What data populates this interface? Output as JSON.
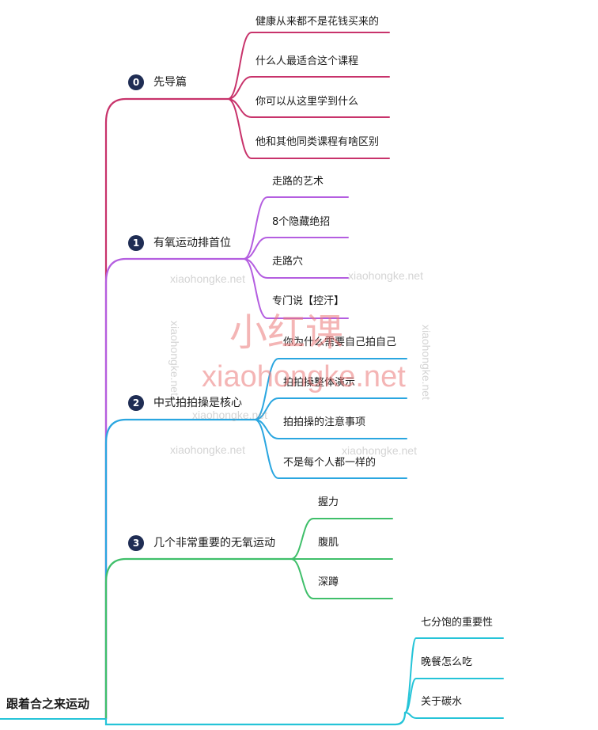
{
  "root": {
    "label": "跟着合之来运动"
  },
  "colors": {
    "pink": "#c8336b",
    "purple": "#b45ee0",
    "blue": "#2aa6e0",
    "green": "#3fbf6a",
    "cyan": "#25c4d8",
    "badge": "#1f2d54"
  },
  "branches": [
    {
      "badge": "0",
      "label": "先导篇",
      "leaves": [
        "健康从来都不是花钱买来的",
        "什么人最适合这个课程",
        "你可以从这里学到什么",
        "他和其他同类课程有啥区别"
      ]
    },
    {
      "badge": "1",
      "label": "有氧运动排首位",
      "leaves": [
        "走路的艺术",
        "8个隐藏绝招",
        "走路穴",
        "专门说【控汗】"
      ]
    },
    {
      "badge": "2",
      "label": "中式拍拍操是核心",
      "leaves": [
        "你为什么需要自己拍自己",
        "拍拍操整体演示",
        "拍拍操的注意事项",
        "不是每个人都一样的"
      ]
    },
    {
      "badge": "3",
      "label": "几个非常重要的无氧运动",
      "leaves": [
        "握力",
        "腹肌",
        "深蹲"
      ]
    },
    {
      "leaves": [
        "七分饱的重要性",
        "晚餐怎么吃",
        "关于碳水"
      ]
    }
  ],
  "watermarks": {
    "cn": "小红课",
    "big": "xiaohongke.net",
    "small": "xiaohongke.net"
  }
}
